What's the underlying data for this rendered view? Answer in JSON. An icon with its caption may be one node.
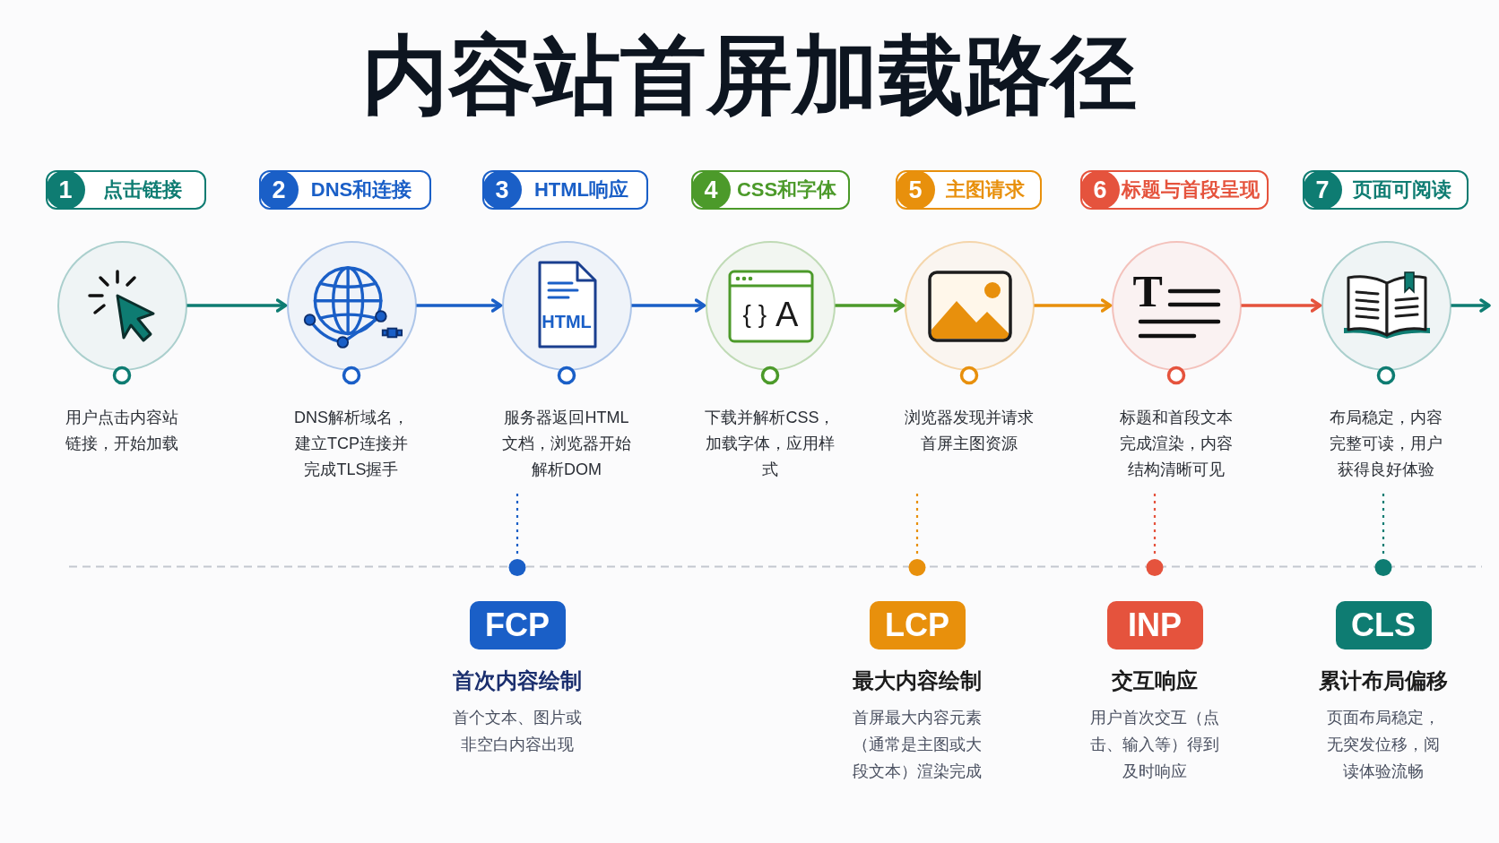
{
  "diagram": {
    "title": "内容站首屏加载路径",
    "nodes": [
      {
        "text": [
          "1",
          "点击链接"
        ]
      },
      {
        "text": [
          "2",
          "DNS和连接"
        ]
      },
      {
        "text": [
          "3",
          "HTML响应"
        ]
      },
      {
        "text": [
          "4",
          "CSS和字体"
        ]
      },
      {
        "text": [
          "5",
          "主图请求"
        ]
      },
      {
        "text": [
          "6",
          "标题与首段呈现"
        ]
      },
      {
        "text": [
          "7",
          "页面可阅读"
        ]
      },
      {
        "text": [],
        "shape": "circle",
        "beside": [
          "用户点击内容站链接，开始加载"
        ]
      },
      {
        "text": [],
        "shape": "circle",
        "beside": [
          "DNS解析域名，建立TCP连接并完成TLS握手"
        ]
      },
      {
        "text": [
          "HTML"
        ],
        "beside": [
          "服务器返回HTML文档，浏览器开始解析DOM"
        ]
      },
      {
        "text": [
          "{ }",
          "A"
        ],
        "beside": [
          "下载并解析CSS，加载字体，应用样式"
        ]
      },
      {
        "text": [],
        "shape": "circle",
        "beside": [
          "浏览器发现并请求首屏主图资源"
        ]
      },
      {
        "text": [
          "T"
        ],
        "beside": [
          "标题和首段文本完成渲染，内容结构清晰可见"
        ]
      },
      {
        "text": [],
        "shape": "circle",
        "beside": [
          "布局稳定，内容完整可读，用户获得良好体验"
        ]
      },
      {
        "text": [
          "FCP"
        ],
        "beside": [
          "首次内容绘制",
          "首个文本、图片或非空白内容出现"
        ]
      },
      {
        "text": [
          "LCP"
        ],
        "beside": [
          "最大内容绘制",
          "首屏最大内容元素（通常是主图或大段文本）渲染完成"
        ]
      },
      {
        "text": [
          "INP"
        ],
        "beside": [
          "交互响应",
          "用户首次交互（点击、输入等）得到及时响应"
        ]
      },
      {
        "text": [
          "CLS"
        ],
        "beside": [
          "累计布局偏移",
          "页面布局稳定，无突发位移，阅读体验流畅"
        ]
      }
    ],
    "edges": [
      {
        "from": 7,
        "to": 8,
        "arrow": "to",
        "color": "#0e7c72"
      },
      {
        "from": 8,
        "to": 9,
        "arrow": "to",
        "color": "#1a5fc7"
      },
      {
        "from": 9,
        "to": 10,
        "arrow": "to",
        "color": "#1a5fc7"
      },
      {
        "from": 10,
        "to": 11,
        "arrow": "to",
        "color": "#4c9a2a"
      },
      {
        "from": 11,
        "to": 12,
        "arrow": "to",
        "color": "#e8900c"
      },
      {
        "from": 12,
        "to": 13,
        "arrow": "to",
        "color": "#e5533d"
      },
      {
        "from": 13,
        "to": null,
        "arrow": "to",
        "color": "#0e7c72"
      }
    ]
  }
}
